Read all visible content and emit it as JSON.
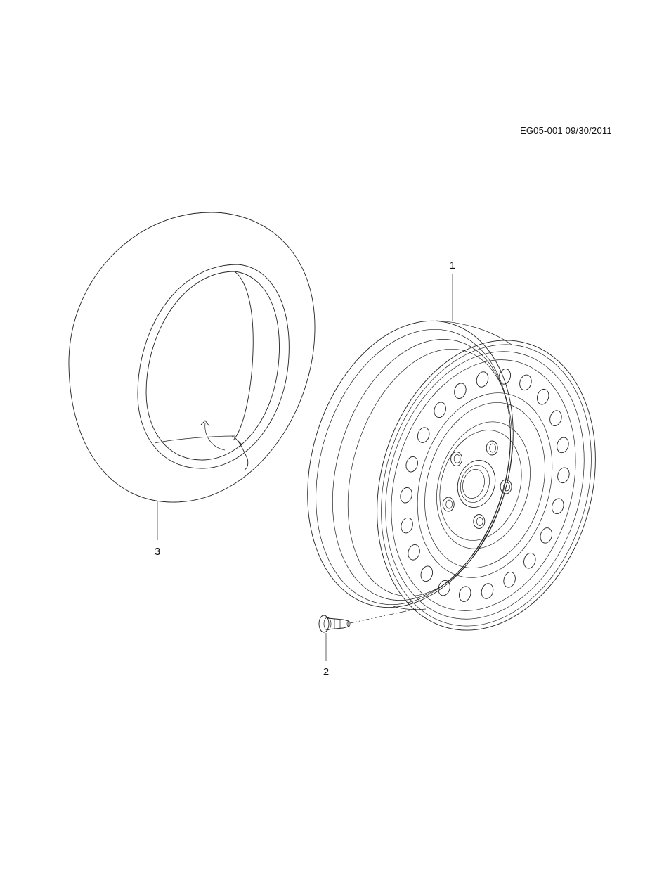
{
  "diagram": {
    "reference_code": "EG05-001 09/30/2011",
    "callouts": [
      {
        "id": "1",
        "label": "1",
        "part": "wheel"
      },
      {
        "id": "2",
        "label": "2",
        "part": "valve-stem"
      },
      {
        "id": "3",
        "label": "3",
        "part": "tire"
      }
    ]
  },
  "colors": {
    "line": "#222222",
    "background": "#ffffff"
  }
}
